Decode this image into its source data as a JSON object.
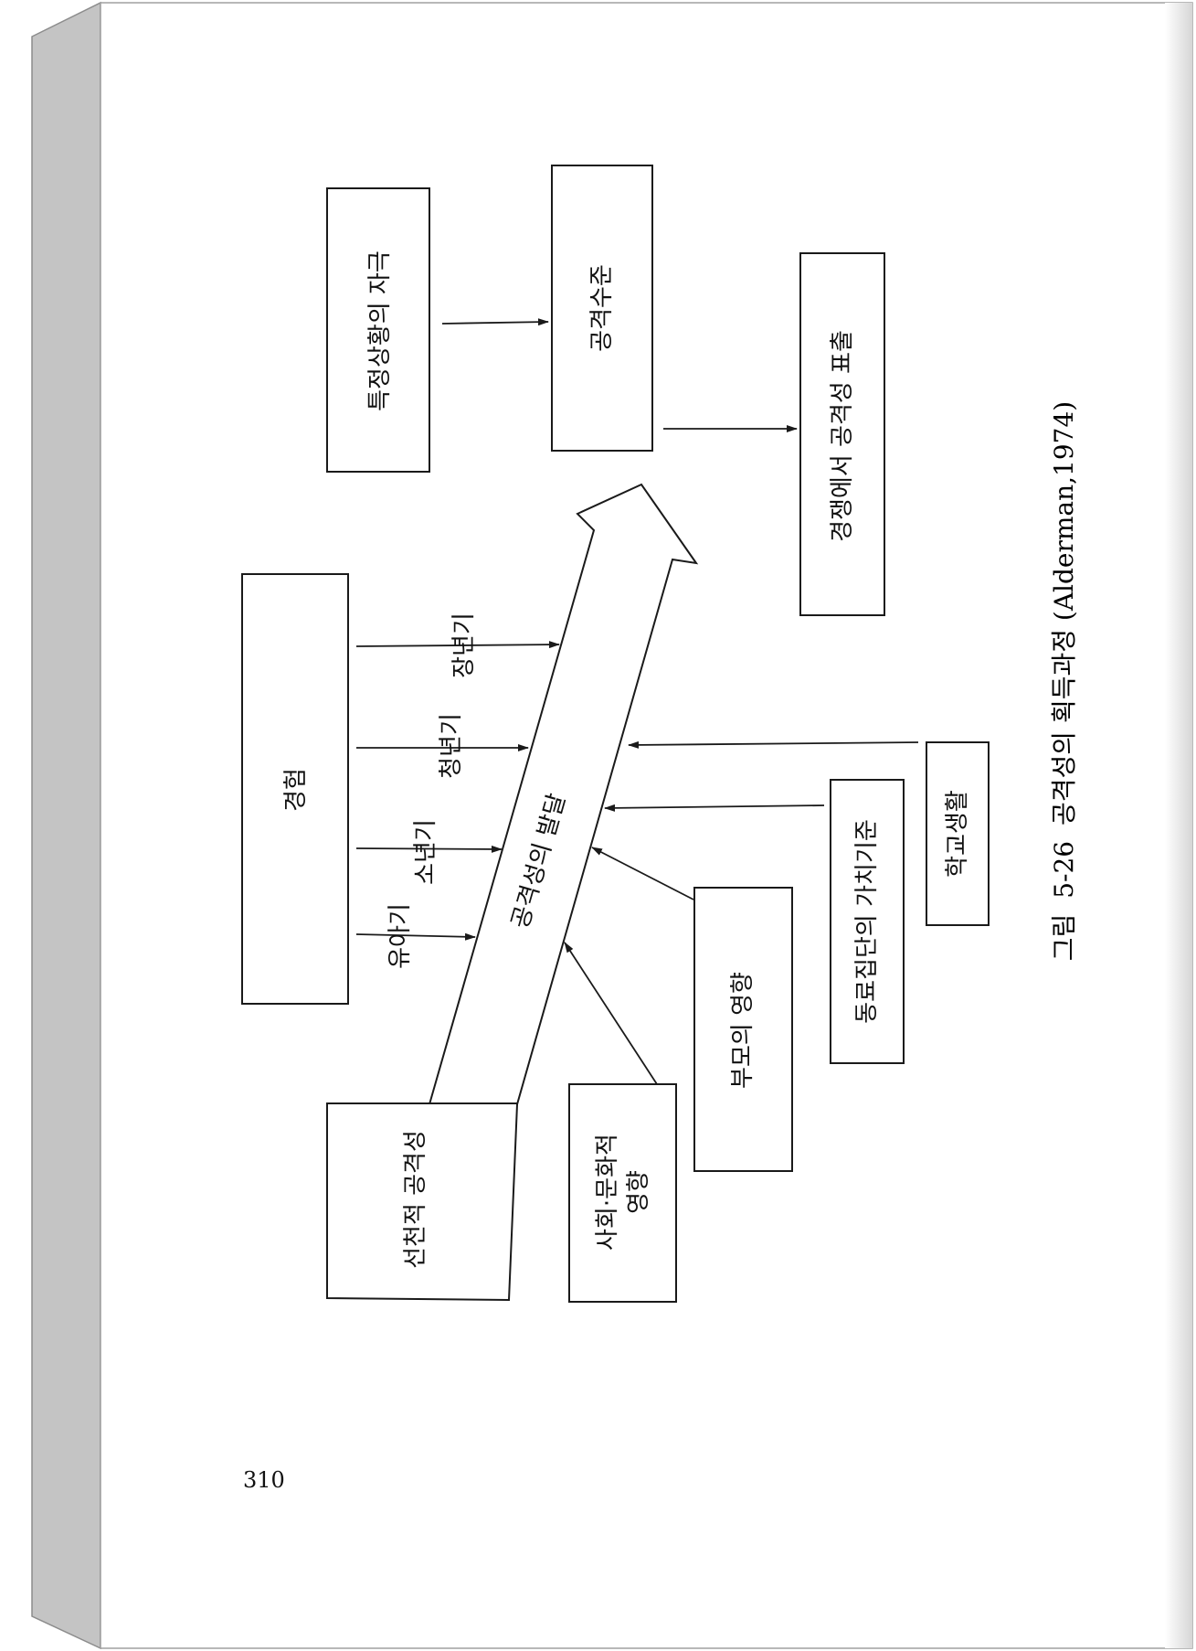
{
  "diagram": {
    "boxes": {
      "experience": "경험",
      "specific_stimulus": "특정상황의 자극",
      "aggression_level": "공격수준",
      "expression": "경쟁에서 공격성 표출",
      "innate": "선천적 공격성",
      "sociocultural": "사회·문화적\n영향",
      "parents": "부모의 영향",
      "peer_values": "동료집단의 가치기준",
      "school_life": "학교생활"
    },
    "big_arrow_label": "공격성의 발달",
    "stages": [
      "유아기",
      "소년기",
      "청년기",
      "장년기"
    ]
  },
  "caption": {
    "label": "그림",
    "number": "5-26",
    "text": "공격성의 획득과정",
    "source": "(Alderman,1974)"
  },
  "page_number": "310",
  "colors": {
    "ink": "#1a1a1a",
    "page_edge": "#c4c4c4",
    "page_edge_dark": "#9a9a9a"
  }
}
